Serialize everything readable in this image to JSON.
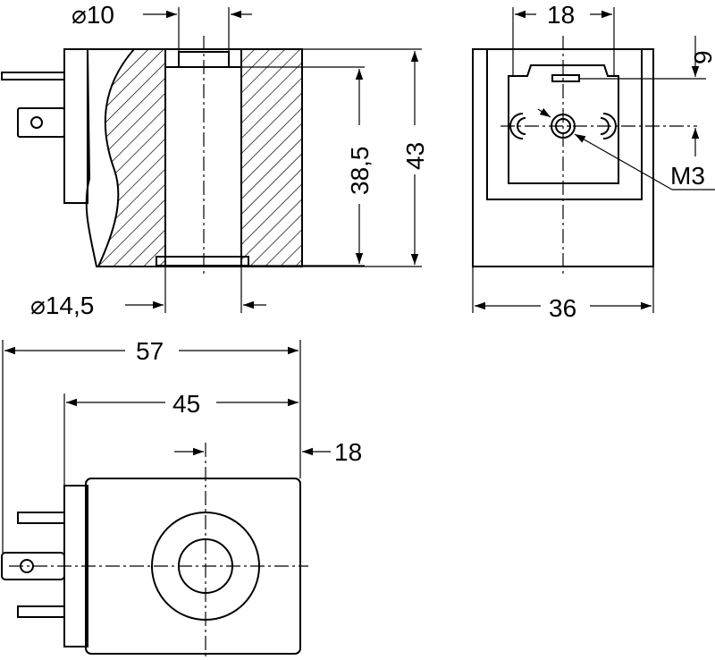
{
  "dimensions": {
    "bore_inner_dia": "⌀10",
    "bore_outer_dia": "⌀14,5",
    "inner_height": "38,5",
    "total_height": "43",
    "connector_pitch": "18",
    "connector_offset": "9",
    "thread": "M3",
    "width": "36",
    "total_length": "57",
    "body_length": "45",
    "center_offset": "18"
  },
  "colors": {
    "line": "#000000",
    "background": "#ffffff"
  }
}
